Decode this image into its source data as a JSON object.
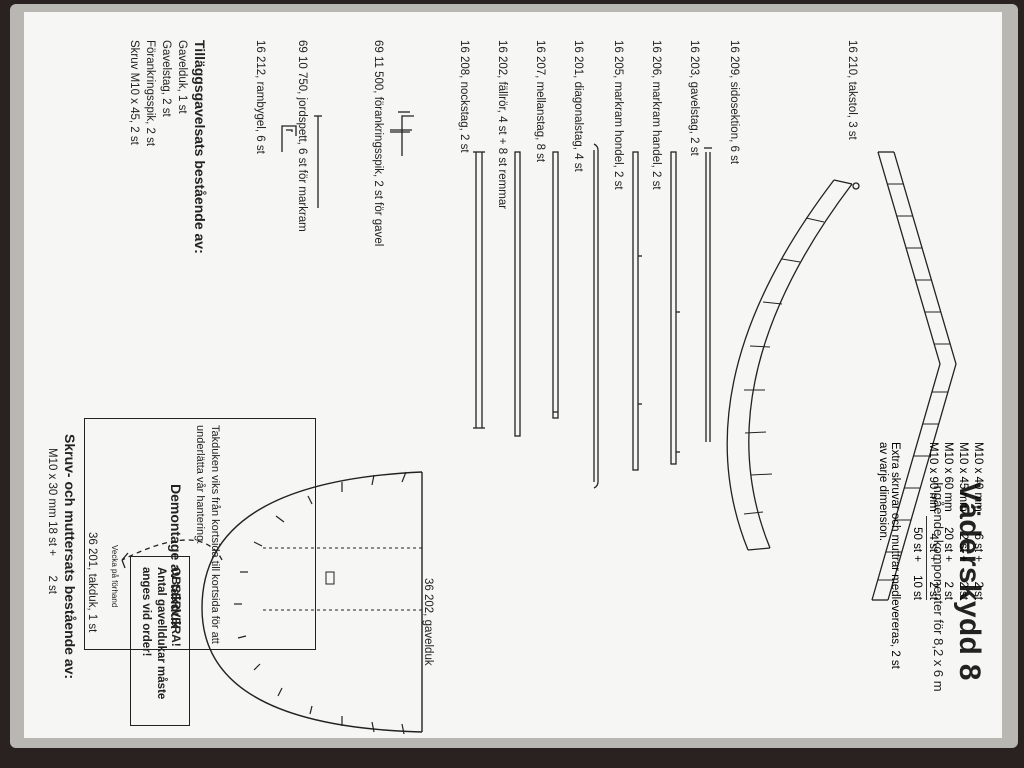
{
  "document": {
    "title": "Väderskydd 8",
    "subtitle": "Ingående komponenter för 8,2 x 6 m"
  },
  "components": [
    {
      "key": "taktol",
      "label": "16 210, takstol, 3 st"
    },
    {
      "key": "sidosektion",
      "label": "16 209, sidosektion, 6 st"
    },
    {
      "key": "gavelstag",
      "label": "16 203, gavelstag, 2 st"
    },
    {
      "key": "markram",
      "label": "16 206, markram handel, 2 st"
    },
    {
      "key": "markram_hondel",
      "label": "16 205, markram hondel, 2 st"
    },
    {
      "key": "diagonalstag",
      "label": "16 201, diagonalstag, 4 st"
    },
    {
      "key": "mellanstag",
      "label": "16 207, mellanstag, 8 st"
    },
    {
      "key": "fallror",
      "label": "16 202, fällrör, 4 st + 8 st remmar"
    },
    {
      "key": "nockstag",
      "label": "16 208, nockstag, 2 st"
    },
    {
      "key": "forankringsspik",
      "label": "69 11 500, förankringsspik, 2 st för gavel"
    },
    {
      "key": "jordspett",
      "label": "69 10 750, jordspett, 6 st för markram"
    },
    {
      "key": "rambygel",
      "label": "16 212, rambygel, 6 st"
    }
  ],
  "gavelduk": {
    "label": "36 202, gavelduk"
  },
  "notice": {
    "title": "OBSERVERA!",
    "lines": [
      "Antal gavelldukar måste",
      "anges vid order!"
    ]
  },
  "demontage": {
    "title": "Demontage av takduk",
    "text_lines": [
      "Takduken viks från kortsida till kortsida för att",
      "underlätta vår hantering."
    ],
    "arrow_label": "Vecka på förhand",
    "takduk_label": "36 201, takduk, 1 st"
  },
  "tillagg": {
    "title": "Tilläggsgavelsats bestående av:",
    "items": [
      "Gavelduk, 1 st",
      "Gavelstag, 2 st",
      "Förankringsspik, 2 st",
      "Skruv M10 x 45, 2 st"
    ]
  },
  "skruv": {
    "title": "Skruv- och muttersats bestående av:",
    "rows": [
      {
        "size": "M10 x 30 mm",
        "a": "18 st +",
        "b": "2 st"
      },
      {
        "size": "M10 x 40 mm",
        "a": "6 st +",
        "b": "2 st"
      },
      {
        "size": "M10 x 45 mm",
        "a": "2 st +",
        "b": "2 st"
      },
      {
        "size": "M10 x 60 mm",
        "a": "20 st +",
        "b": "2 st"
      },
      {
        "size": "M10 x 90 mm",
        "a": "4 st +",
        "b": "2 st"
      }
    ],
    "sum": {
      "a": "50 st +",
      "b": "10 st"
    },
    "extra_lines": [
      "Extra skruvar och muttrar medlevereras, 2 st",
      "av varje dimension."
    ]
  }
}
